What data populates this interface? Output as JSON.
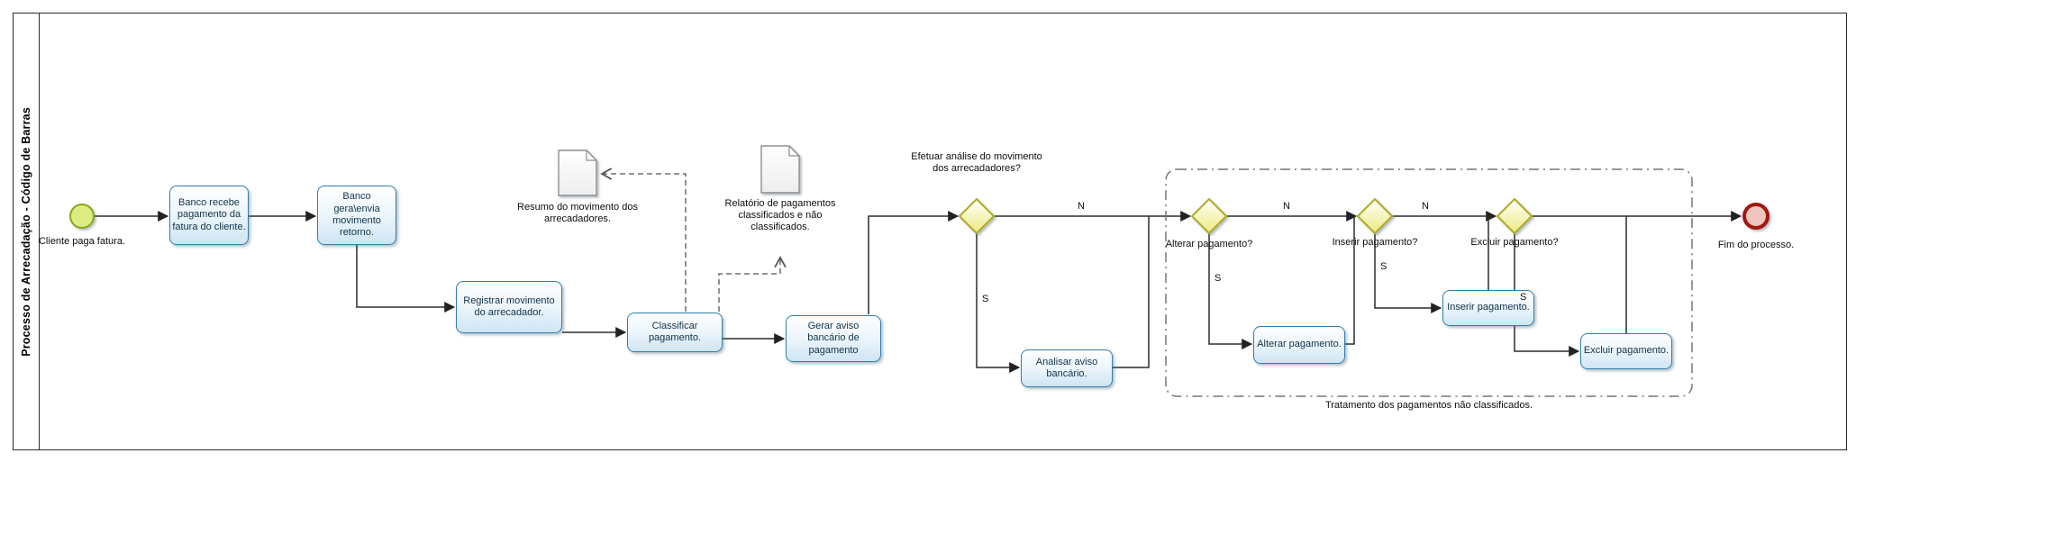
{
  "pool": {
    "label": "Processo de Arrecadação - Código de Barras"
  },
  "events": {
    "start": {
      "label": "Cliente paga fatura."
    },
    "end": {
      "label": "Fim do processo."
    }
  },
  "tasks": {
    "banco_recebe": {
      "label": "Banco recebe pagamento da fatura do cliente."
    },
    "banco_gera": {
      "label": "Banco gera\\envia movimento retorno."
    },
    "registrar": {
      "label": "Registrar movimento do arrecadador."
    },
    "classificar": {
      "label": "Classificar pagamento."
    },
    "gerar_aviso": {
      "label": "Gerar aviso bancário de pagamento"
    },
    "analisar": {
      "label": "Analisar aviso bancário."
    },
    "alterar": {
      "label": "Alterar pagamento."
    },
    "inserir": {
      "label": "Inserir pagamento."
    },
    "excluir": {
      "label": "Excluir pagamento."
    }
  },
  "gateways": {
    "analise": {
      "label": "Efetuar análise do movimento dos arrecadadores?"
    },
    "alterar": {
      "label": "Alterar pagamento?"
    },
    "inserir": {
      "label": "Inserir pagamento?"
    },
    "excluir": {
      "label": "Excluir pagamento?"
    }
  },
  "data_objects": {
    "resumo": {
      "label": "Resumo do movimento dos arrecadadores."
    },
    "relatorio": {
      "label": "Relatório de pagamentos classificados e não classificados."
    }
  },
  "group": {
    "label": "Tratamento dos pagamentos não classificados."
  },
  "branches": {
    "g1_n": "N",
    "g1_s": "S",
    "g2_n": "N",
    "g2_s": "S",
    "g3_n": "N",
    "g3_s": "S",
    "g4_s": "S"
  },
  "icons": {
    "data_object": "document-icon",
    "start_event": "start-circle-icon",
    "end_event": "end-circle-icon",
    "gateway": "diamond-gateway-icon"
  },
  "colors": {
    "task_border": "#2e7fae",
    "task_fill_bottom": "#cfe5f4",
    "gateway_border": "#b0ab28",
    "gateway_fill": "#edea7e",
    "start_fill": "#dcec83",
    "start_border": "#86a818",
    "end_fill": "#eec4bd",
    "end_border": "#a21309",
    "connector": "#2b2b2b",
    "group_border": "#777777"
  }
}
